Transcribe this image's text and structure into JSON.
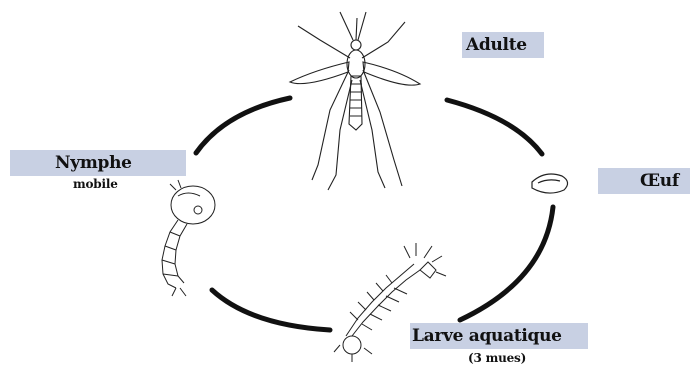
{
  "diagram": {
    "stages": [
      {
        "id": "adulte",
        "label": "Adulte",
        "sublabel": ""
      },
      {
        "id": "oeuf",
        "label": "Œuf",
        "sublabel": ""
      },
      {
        "id": "larve",
        "label": "Larve aquatique",
        "sublabel": "(3 mues)"
      },
      {
        "id": "nymphe",
        "label": "Nymphe",
        "sublabel": "mobile"
      }
    ],
    "colors": {
      "label_background": "#c8d0e3",
      "cycle_arcs": "#111111",
      "illustration_stroke": "#222222"
    },
    "icons": [
      "mosquito-adult-icon",
      "egg-icon",
      "larva-icon",
      "pupa-icon"
    ]
  }
}
